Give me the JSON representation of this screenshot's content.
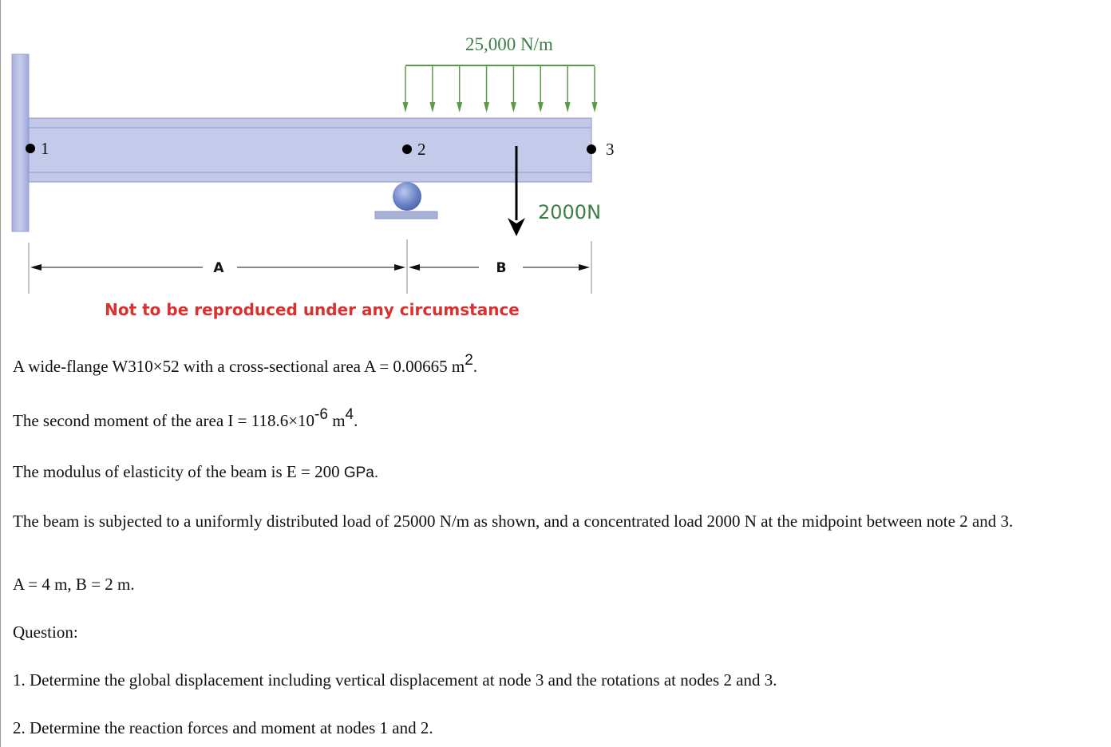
{
  "diagram": {
    "distributed_load_label": "25,000 N/m",
    "point_load_label": "2000N",
    "node_labels": [
      "1",
      "2",
      "3"
    ],
    "dimension_a_label": "A",
    "dimension_b_label": "B",
    "watermark": "Not to be reproduced under any circumstance",
    "colors": {
      "beam_fill": "#c2c8e8",
      "beam_edge": "#8d96cc",
      "load_green": "#5a9a48",
      "label_green": "#3c7f46",
      "watermark_red": "#d93030",
      "support_blue": "#6e86c8",
      "ground_gray": "#a8b2d6"
    }
  },
  "text": {
    "p1_main": "A wide-flange W310×52 with a cross-sectional area A = 0.00665 m",
    "p1_sup": "2",
    "p1_end": ".",
    "p2_main": "The second moment of the area I = 118.6×10",
    "p2_sup1": "-6",
    "p2_unit": " m",
    "p2_sup2": "4",
    "p2_end": ".",
    "p3_main": "The modulus of elasticity of the beam is E = 200 ",
    "p3_unit": "GPa.",
    "p4": "The beam is subjected to a uniformly distributed load of 25000 N/m as shown, and a concentrated load 2000 N at the midpoint between note 2 and 3.",
    "p5": "A = 4 m, B = 2 m.",
    "p6": "Question:",
    "q1": "1. Determine the global displacement including vertical displacement at node 3 and the rotations at nodes 2 and 3.",
    "q2": "2. Determine the reaction forces and moment at nodes 1 and 2."
  }
}
